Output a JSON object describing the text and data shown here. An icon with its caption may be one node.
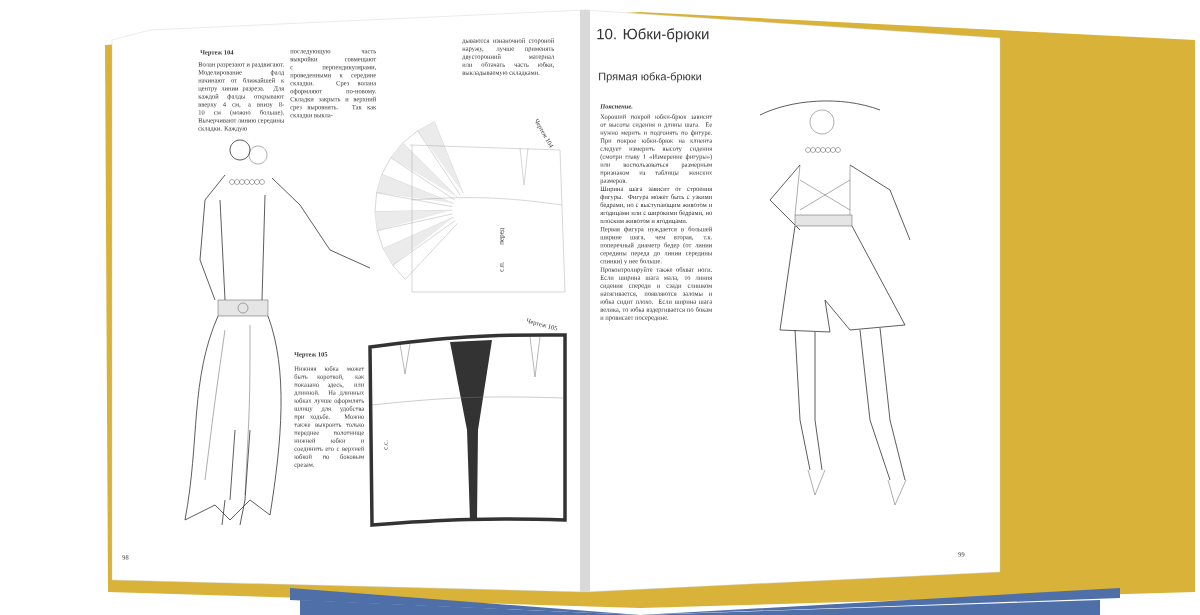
{
  "diagram": {
    "labels": [
      "Чертеж 104",
      "Волан разрезают и раздвигают. Моделирование фалд начинают от ближайшей к центру линии разреза. Для каждой фалды открывают вверху 4 см, а внизу 8-10 см (можно больше). Вычерчивают линию середины складки. Каждую",
      "последующую часть выкройки совмещают с перпендикулярами, проведенными к середине складки. Срез волана оформляют по-новому. Складки закрыть и верхний срез выровнять. Так как складки выкла-",
      "дываются изнаночной стороной наружу, лучше применять двусторонний материал или обтачать часть юбки, выкладываемую складками.",
      "Чертеж 104",
      "с.п.",
      "перед",
      "Чертеж 105",
      "Нижняя юбка может быть короткой, как показано здесь, или длинной. На длинных юбках лучше оформлять шлицу для удобства при ходьбе. Можно также выкроить только переднее полотнище нижней юбки и соединить его с верхней юбкой по боковым срезам.",
      "Чертеж 105",
      "с.с.",
      "98",
      "10. Юбки-брюки",
      "Прямая юбка-брюки",
      "Пояснение.",
      "Хороший покрой юбки-брюк зависит от высоты сидения и длины шага. Ее нужно мерить и подгонять по фигуре. При покрое юбки-брюк на клиента следует измерить высоту сидения (смотри главу 1 «Измерение фигуры») или воспользоваться размерным признаком из таблицы женских размеров.",
      "Ширина шага зависит от строения фигуры. Фигура может быть с узкими бедрами, но с выступающим животом и ягодицами или с широкими бедрами, но плоским животом и ягодицами.",
      "Первая фигура нуждается в большей ширине шага, чем вторая, т.к. поперечный диаметр бедер (от линии середины переда до линии середины спинки) у нее больше.",
      "Проконтролируйте также обхват ноги. Если ширина шага мала, то линия сидения спереди и сзади слишком натягивается, появляются заломы и юбка сидит плохо. Если ширина шага велика, то юбка вздергивается по бокам и провисает посередине.",
      "99"
    ]
  }
}
